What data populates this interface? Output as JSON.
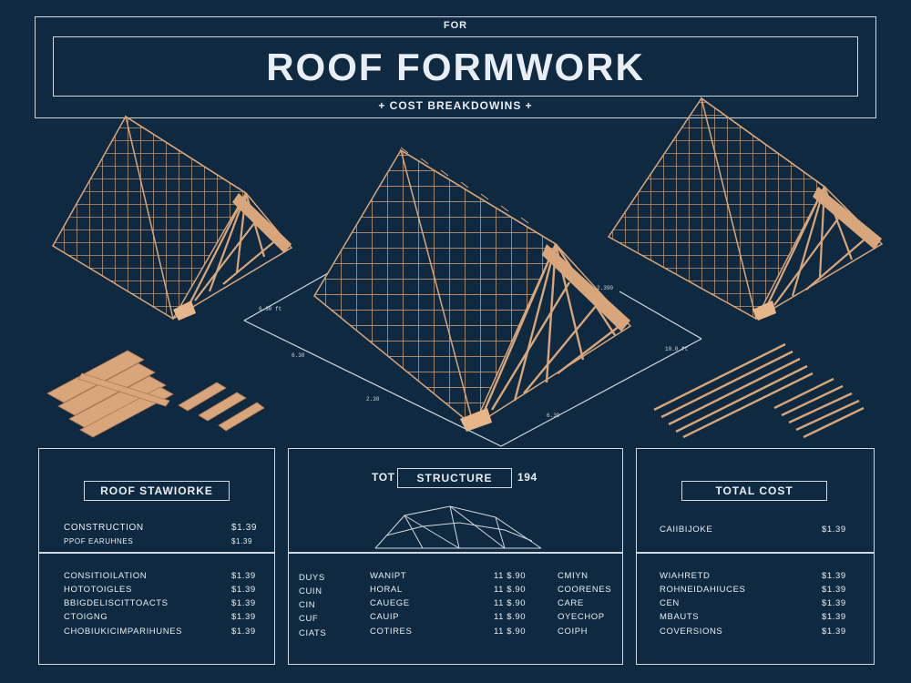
{
  "header": {
    "pre_title": "FOR",
    "title": "ROOF FORMWORK",
    "subtitle": "+ COST BREAKDOWINS +"
  },
  "colors": {
    "background": "#0f2a40",
    "lines": "#cfd8df",
    "timber": "#d9a57a",
    "timber_dark": "#b07a55"
  },
  "panels": {
    "left": {
      "label": "ROOF STAWIORKE",
      "top_rows": [
        {
          "label": "CONSTRUCTION",
          "value": "$1.39"
        },
        {
          "label": "PPOF EARUHNES",
          "value": "$1.39"
        }
      ],
      "bottom_rows": [
        {
          "label": "CONSITIOILATION",
          "value": "$1.39"
        },
        {
          "label": "HOTOTOIGLES",
          "value": "$1.39"
        },
        {
          "label": "BBIGDELISCITTOACTS",
          "value": "$1.39"
        },
        {
          "label": "CTOIGNG",
          "value": "$1.39"
        },
        {
          "label": "CHOBIUKICIMPARIHUNES",
          "value": "$1.39"
        }
      ]
    },
    "middle": {
      "label_left": "TOT",
      "label": "STRUCTURE",
      "label_right": "194",
      "col1": [
        "DUYS",
        "CUIN",
        "CIN",
        "CUF",
        "CIATS"
      ],
      "col2": [
        "WANIPT",
        "HORAL",
        "CAUEGE",
        "CAUIP",
        "COTIRES"
      ],
      "col3": [
        "11 $.90",
        "11 $.90",
        "11 $.90",
        "11 $.90",
        "11 $.90"
      ],
      "col4": [
        "CMIYN",
        "COORENES",
        "CARE",
        "OYECHOP",
        "COIPH"
      ]
    },
    "right": {
      "label": "TOTAL COST",
      "top_rows": [
        {
          "label": "CAIIBIJOKE",
          "value": "$1.39"
        }
      ],
      "bottom_rows": [
        {
          "label": "WIAHRETD",
          "value": "$1.39"
        },
        {
          "label": "ROHNEIDAHIUCES",
          "value": "$1.39"
        },
        {
          "label": "CEN",
          "value": "$1.39"
        },
        {
          "label": "MBAUTS",
          "value": "$1.39"
        },
        {
          "label": "COVERSIONS",
          "value": "$1.39"
        }
      ]
    }
  },
  "illustration": {
    "dimension_labels": [
      "6.30 ft",
      "6.30",
      "2.30",
      "6.39",
      "10.0 ft",
      "2.390"
    ]
  }
}
